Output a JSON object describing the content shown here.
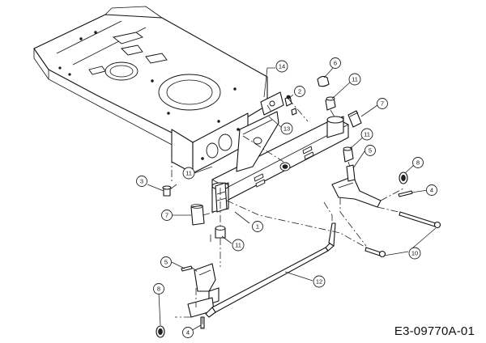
{
  "drawing_code": "E3-09770A-01",
  "callouts": [
    {
      "id": "c1",
      "label": "1"
    },
    {
      "id": "c2",
      "label": "2"
    },
    {
      "id": "c3",
      "label": "3"
    },
    {
      "id": "c4a",
      "label": "4"
    },
    {
      "id": "c4b",
      "label": "4"
    },
    {
      "id": "c5a",
      "label": "5"
    },
    {
      "id": "c5b",
      "label": "5"
    },
    {
      "id": "c6",
      "label": "6"
    },
    {
      "id": "c7a",
      "label": "7"
    },
    {
      "id": "c7b",
      "label": "7"
    },
    {
      "id": "c8a",
      "label": "8"
    },
    {
      "id": "c8b",
      "label": "8"
    },
    {
      "id": "c10",
      "label": "10"
    },
    {
      "id": "c11a",
      "label": "11"
    },
    {
      "id": "c11b",
      "label": "11"
    },
    {
      "id": "c11c",
      "label": "11"
    },
    {
      "id": "c11d",
      "label": "11"
    },
    {
      "id": "c12",
      "label": "12"
    },
    {
      "id": "c13",
      "label": "13"
    },
    {
      "id": "c14",
      "label": "14"
    }
  ]
}
